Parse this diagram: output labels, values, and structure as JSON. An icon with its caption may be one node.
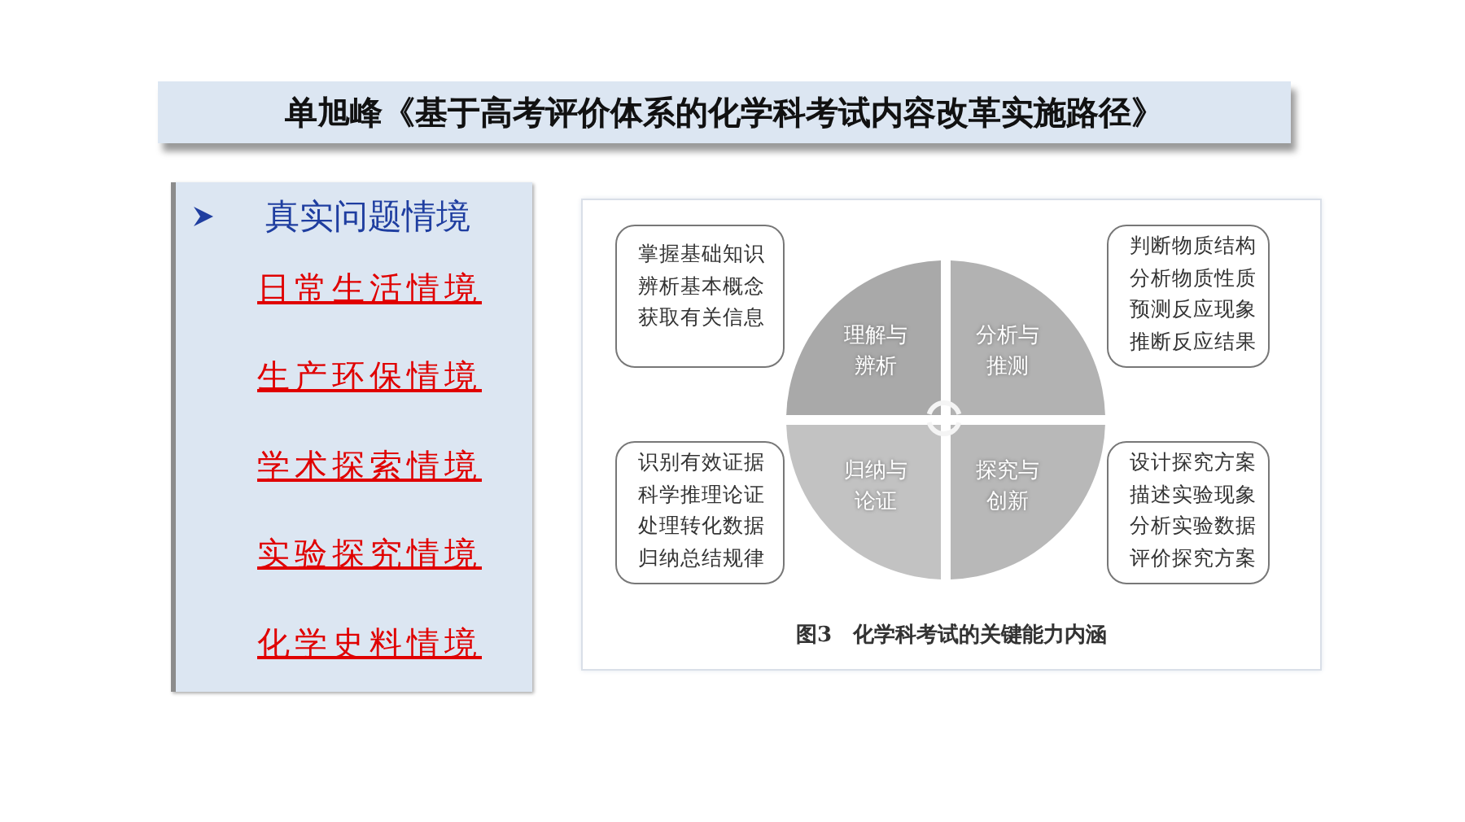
{
  "diagram": {
    "nodes": [
      {
        "text": [
          "单旭峰《基于高考评价体系的化学科考试内容改革实施路径》"
        ]
      },
      {
        "text": [
          "真实问题情境",
          "日常生活情境",
          "生产环保情境",
          "学术探索情境",
          "实验探究情境",
          "化学史料情境"
        ]
      },
      {
        "text": [
          "图3　化学科考试的关键能力内涵"
        ]
      },
      {
        "text": [
          "掌握基础知识",
          "辨析基本概念",
          "获取有关信息"
        ],
        "in": 2
      },
      {
        "text": [
          "判断物质结构",
          "分析物质性质",
          "预测反应现象",
          "推断反应结果"
        ],
        "in": 2
      },
      {
        "text": [
          "识别有效证据",
          "科学推理论证",
          "处理转化数据",
          "归纳总结规律"
        ],
        "in": 2
      },
      {
        "text": [
          "设计探究方案",
          "描述实验现象",
          "分析实验数据",
          "评价探究方案"
        ],
        "in": 2
      },
      {
        "text": [
          "理解与辨析"
        ],
        "in": 2
      },
      {
        "text": [
          "分析与推测"
        ],
        "in": 2
      },
      {
        "text": [
          "归纳与论证"
        ],
        "in": 2
      },
      {
        "text": [
          "探究与创新"
        ],
        "in": 2
      }
    ]
  }
}
